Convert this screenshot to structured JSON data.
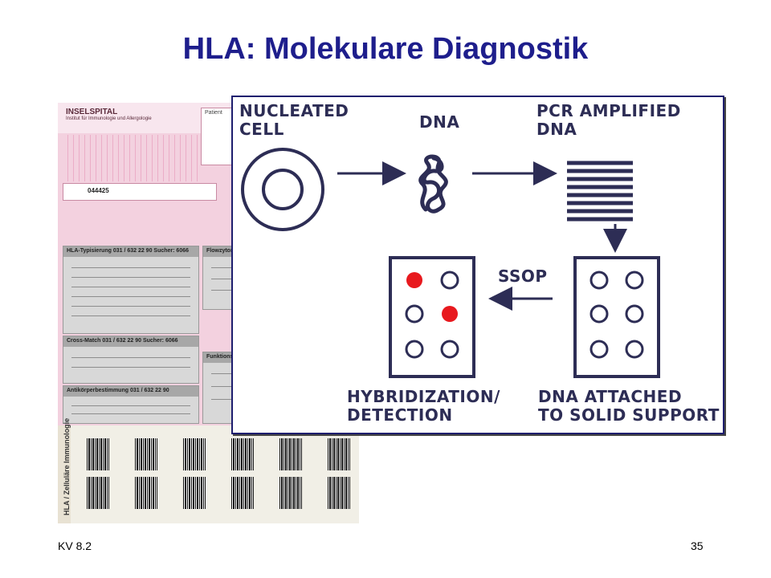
{
  "slide": {
    "title": "HLA: Molekulare Diagnostik",
    "footer_left": "KV 8.2",
    "page_number": "35"
  },
  "form": {
    "hospital": "INSELSPITAL",
    "institute": "Institut für Immunologie und Allergologie",
    "patient_label": "Patient",
    "order_number": "044425",
    "sections": [
      "HLA-Typisierung 031 / 632 22 90 Sucher: 6066",
      "Cross-Match 031 / 632 22 90 Sucher: 6066",
      "Antikörperbestimmung 031 / 632 22 90",
      "Flowzytometrie",
      "Funktionstests"
    ],
    "vertical_label": "HLA / Zelluläre Immunologie"
  },
  "diagram": {
    "labels": {
      "nucleated_cell": "NUCLEATED\nCELL",
      "dna": "DNA",
      "pcr": "PCR AMPLIFIED\nDNA",
      "ssop": "SSOP",
      "hybridization": "HYBRIDIZATION/\nDETECTION",
      "attached": "DNA ATTACHED\nTO SOLID SUPPORT"
    },
    "colors": {
      "ink": "#2d2d55",
      "positive": "#e8191e"
    }
  }
}
